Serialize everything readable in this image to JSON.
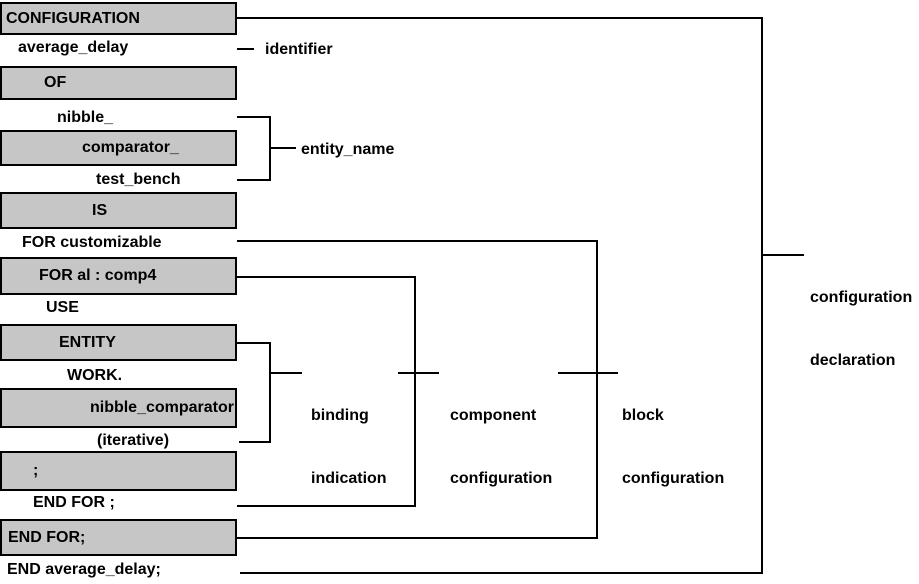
{
  "diagram": {
    "rows": [
      {
        "kind": "box",
        "text": "CONFIGURATION"
      },
      {
        "kind": "plain",
        "text": "average_delay"
      },
      {
        "kind": "box",
        "text": "OF"
      },
      {
        "kind": "plain",
        "text": "nibble_"
      },
      {
        "kind": "box",
        "text": "comparator_"
      },
      {
        "kind": "plain",
        "text": "test_bench"
      },
      {
        "kind": "box",
        "text": "IS"
      },
      {
        "kind": "plain",
        "text": "FOR customizable"
      },
      {
        "kind": "box",
        "text": "FOR al : comp4"
      },
      {
        "kind": "plain",
        "text": "USE"
      },
      {
        "kind": "box",
        "text": "ENTITY"
      },
      {
        "kind": "plain",
        "text": "WORK."
      },
      {
        "kind": "box",
        "text": "nibble_comparator"
      },
      {
        "kind": "plain",
        "text": "(iterative)"
      },
      {
        "kind": "box",
        "text": ";"
      },
      {
        "kind": "plain",
        "text": "END FOR ;"
      },
      {
        "kind": "box",
        "text": "END FOR;"
      },
      {
        "kind": "plain",
        "text": "END average_delay;"
      }
    ],
    "labels": {
      "identifier": "identifier",
      "entity_name": "entity_name",
      "binding_indication": {
        "line1": "binding",
        "line2": "indication"
      },
      "component_configuration": {
        "line1": "component",
        "line2": "configuration"
      },
      "block_configuration": {
        "line1": "block",
        "line2": "configuration"
      },
      "configuration_declaration": {
        "line1": "configuration",
        "line2": "declaration"
      }
    },
    "colors": {
      "background": "#ffffff",
      "box_fill": "#c6c6c6",
      "box_border": "#000000",
      "line": "#000000",
      "text": "#000000"
    }
  }
}
